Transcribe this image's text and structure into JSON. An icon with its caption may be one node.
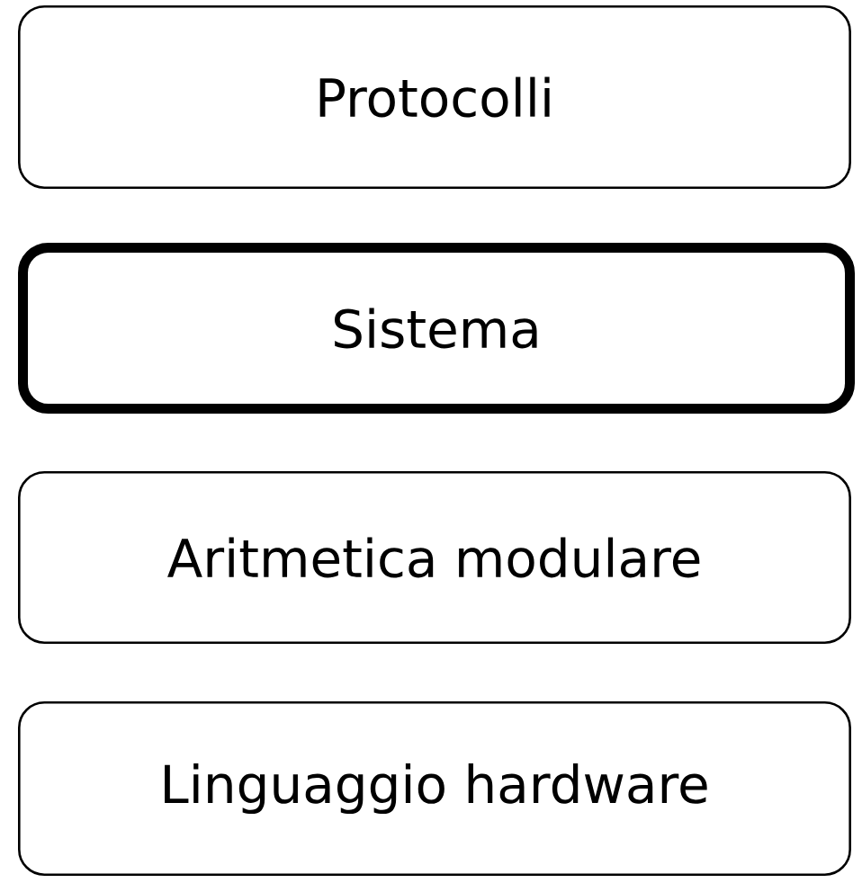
{
  "diagram": {
    "nodes": [
      {
        "text": [
          "Protocolli"
        ]
      },
      {
        "text": [
          "Sistema"
        ]
      },
      {
        "text": [
          "Aritmetica modulare"
        ]
      },
      {
        "text": [
          "Linguaggio hardware"
        ]
      }
    ]
  }
}
